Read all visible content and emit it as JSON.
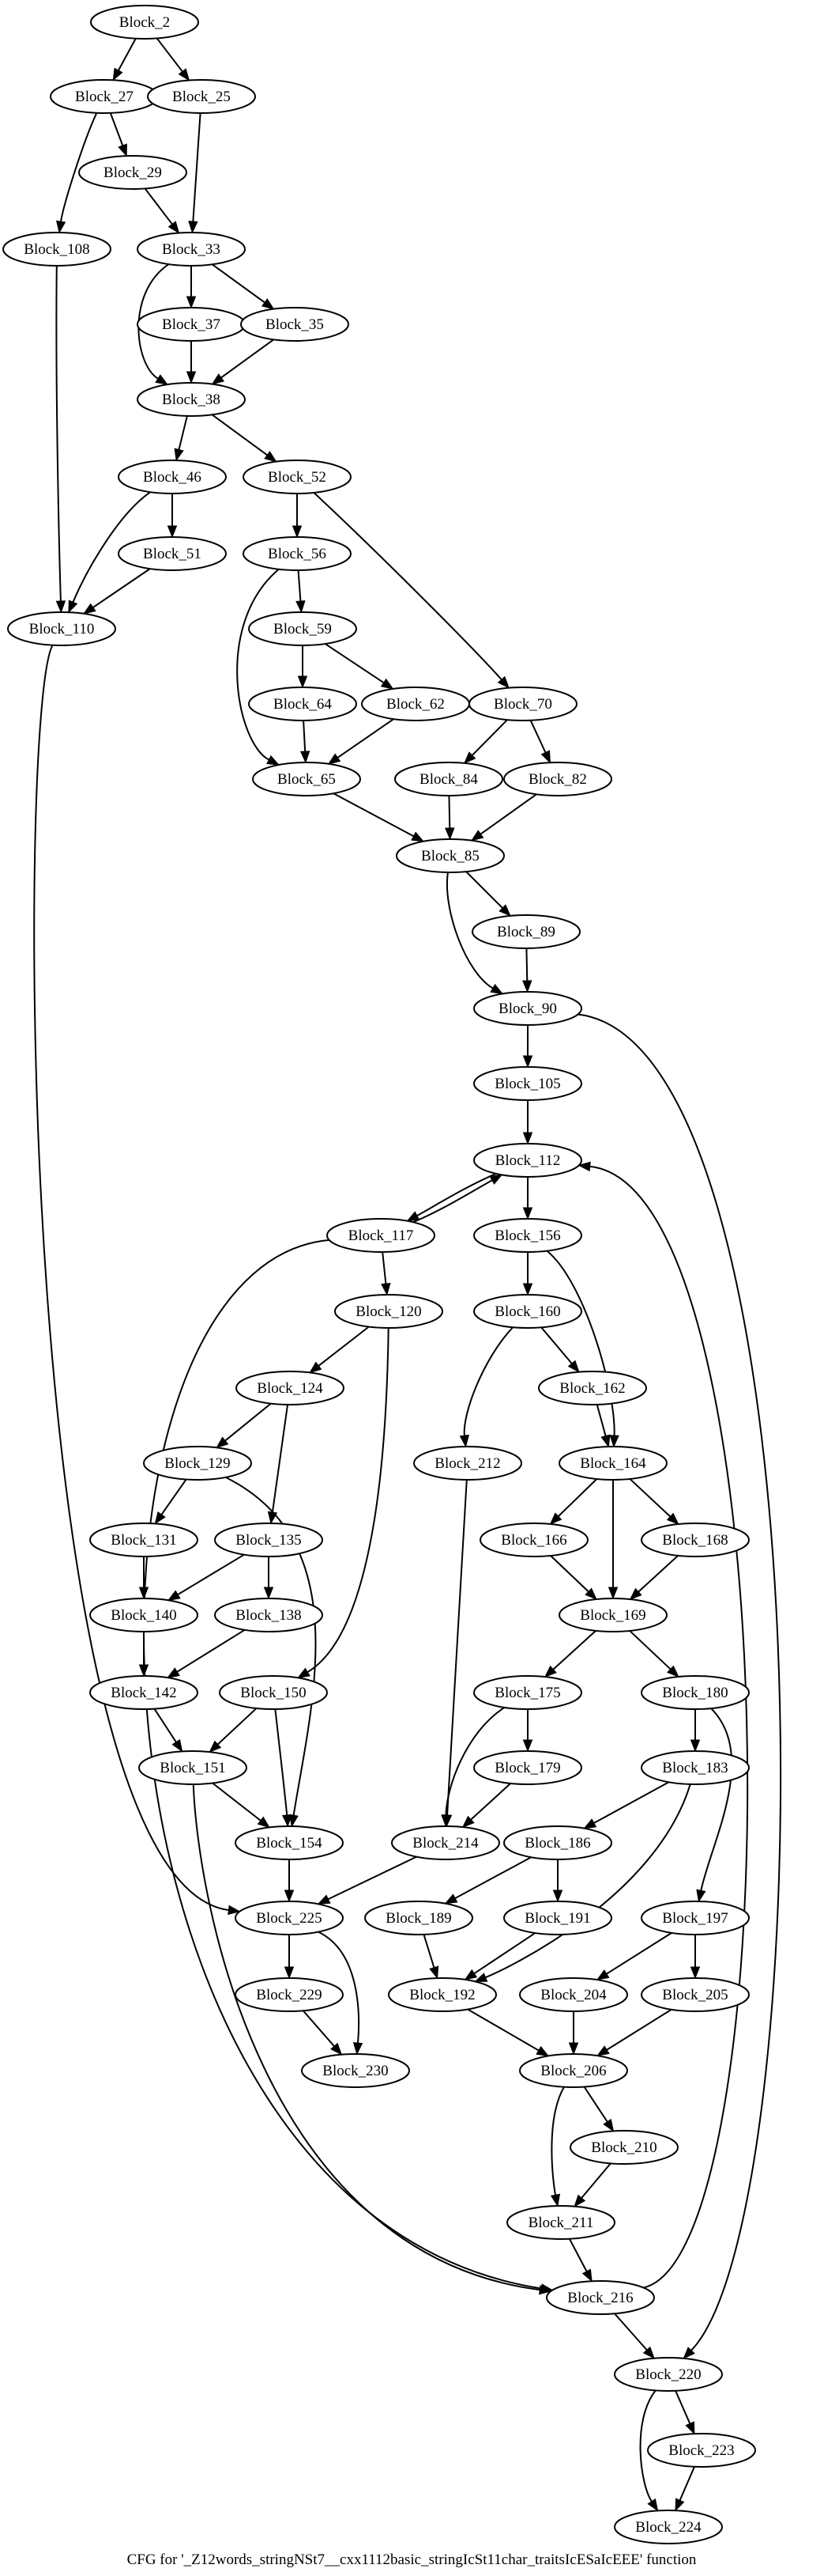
{
  "graph": {
    "caption": "CFG for '_Z12words_stringNSt7__cxx1112basic_stringIcSt11char_traitsIcESaIcEEE' function",
    "nodes": [
      {
        "id": "Block_2"
      },
      {
        "id": "Block_27"
      },
      {
        "id": "Block_25"
      },
      {
        "id": "Block_29"
      },
      {
        "id": "Block_108"
      },
      {
        "id": "Block_33"
      },
      {
        "id": "Block_37"
      },
      {
        "id": "Block_35"
      },
      {
        "id": "Block_38"
      },
      {
        "id": "Block_46"
      },
      {
        "id": "Block_52"
      },
      {
        "id": "Block_51"
      },
      {
        "id": "Block_56"
      },
      {
        "id": "Block_110"
      },
      {
        "id": "Block_59"
      },
      {
        "id": "Block_64"
      },
      {
        "id": "Block_62"
      },
      {
        "id": "Block_70"
      },
      {
        "id": "Block_65"
      },
      {
        "id": "Block_84"
      },
      {
        "id": "Block_82"
      },
      {
        "id": "Block_85"
      },
      {
        "id": "Block_89"
      },
      {
        "id": "Block_90"
      },
      {
        "id": "Block_105"
      },
      {
        "id": "Block_112"
      },
      {
        "id": "Block_117"
      },
      {
        "id": "Block_156"
      },
      {
        "id": "Block_120"
      },
      {
        "id": "Block_160"
      },
      {
        "id": "Block_124"
      },
      {
        "id": "Block_162"
      },
      {
        "id": "Block_129"
      },
      {
        "id": "Block_212"
      },
      {
        "id": "Block_164"
      },
      {
        "id": "Block_131"
      },
      {
        "id": "Block_135"
      },
      {
        "id": "Block_166"
      },
      {
        "id": "Block_168"
      },
      {
        "id": "Block_140"
      },
      {
        "id": "Block_138"
      },
      {
        "id": "Block_169"
      },
      {
        "id": "Block_142"
      },
      {
        "id": "Block_150"
      },
      {
        "id": "Block_175"
      },
      {
        "id": "Block_180"
      },
      {
        "id": "Block_151"
      },
      {
        "id": "Block_179"
      },
      {
        "id": "Block_183"
      },
      {
        "id": "Block_154"
      },
      {
        "id": "Block_214"
      },
      {
        "id": "Block_186"
      },
      {
        "id": "Block_225"
      },
      {
        "id": "Block_189"
      },
      {
        "id": "Block_191"
      },
      {
        "id": "Block_197"
      },
      {
        "id": "Block_229"
      },
      {
        "id": "Block_192"
      },
      {
        "id": "Block_204"
      },
      {
        "id": "Block_205"
      },
      {
        "id": "Block_230"
      },
      {
        "id": "Block_206"
      },
      {
        "id": "Block_210"
      },
      {
        "id": "Block_211"
      },
      {
        "id": "Block_216"
      },
      {
        "id": "Block_220"
      },
      {
        "id": "Block_223"
      },
      {
        "id": "Block_224"
      }
    ],
    "edges": [
      {
        "from": "Block_2",
        "to": "Block_27"
      },
      {
        "from": "Block_2",
        "to": "Block_25"
      },
      {
        "from": "Block_27",
        "to": "Block_29"
      },
      {
        "from": "Block_27",
        "to": "Block_108"
      },
      {
        "from": "Block_25",
        "to": "Block_33"
      },
      {
        "from": "Block_29",
        "to": "Block_33"
      },
      {
        "from": "Block_108",
        "to": "Block_110"
      },
      {
        "from": "Block_33",
        "to": "Block_37"
      },
      {
        "from": "Block_33",
        "to": "Block_35"
      },
      {
        "from": "Block_33",
        "to": "Block_38"
      },
      {
        "from": "Block_37",
        "to": "Block_38"
      },
      {
        "from": "Block_35",
        "to": "Block_38"
      },
      {
        "from": "Block_38",
        "to": "Block_46"
      },
      {
        "from": "Block_38",
        "to": "Block_52"
      },
      {
        "from": "Block_46",
        "to": "Block_51"
      },
      {
        "from": "Block_46",
        "to": "Block_110"
      },
      {
        "from": "Block_51",
        "to": "Block_110"
      },
      {
        "from": "Block_52",
        "to": "Block_56"
      },
      {
        "from": "Block_52",
        "to": "Block_70"
      },
      {
        "from": "Block_56",
        "to": "Block_59"
      },
      {
        "from": "Block_56",
        "to": "Block_65"
      },
      {
        "from": "Block_110",
        "to": "Block_225"
      },
      {
        "from": "Block_59",
        "to": "Block_64"
      },
      {
        "from": "Block_59",
        "to": "Block_62"
      },
      {
        "from": "Block_64",
        "to": "Block_65"
      },
      {
        "from": "Block_62",
        "to": "Block_65"
      },
      {
        "from": "Block_70",
        "to": "Block_84"
      },
      {
        "from": "Block_70",
        "to": "Block_82"
      },
      {
        "from": "Block_65",
        "to": "Block_85"
      },
      {
        "from": "Block_84",
        "to": "Block_85"
      },
      {
        "from": "Block_82",
        "to": "Block_85"
      },
      {
        "from": "Block_85",
        "to": "Block_89"
      },
      {
        "from": "Block_85",
        "to": "Block_90"
      },
      {
        "from": "Block_89",
        "to": "Block_90"
      },
      {
        "from": "Block_90",
        "to": "Block_105"
      },
      {
        "from": "Block_90",
        "to": "Block_220"
      },
      {
        "from": "Block_105",
        "to": "Block_112"
      },
      {
        "from": "Block_112",
        "to": "Block_117"
      },
      {
        "from": "Block_112",
        "to": "Block_156"
      },
      {
        "from": "Block_117",
        "to": "Block_112"
      },
      {
        "from": "Block_117",
        "to": "Block_120"
      },
      {
        "from": "Block_117",
        "to": "Block_216"
      },
      {
        "from": "Block_156",
        "to": "Block_160"
      },
      {
        "from": "Block_156",
        "to": "Block_164"
      },
      {
        "from": "Block_120",
        "to": "Block_124"
      },
      {
        "from": "Block_120",
        "to": "Block_150"
      },
      {
        "from": "Block_160",
        "to": "Block_162"
      },
      {
        "from": "Block_160",
        "to": "Block_212"
      },
      {
        "from": "Block_124",
        "to": "Block_129"
      },
      {
        "from": "Block_124",
        "to": "Block_135"
      },
      {
        "from": "Block_162",
        "to": "Block_164"
      },
      {
        "from": "Block_129",
        "to": "Block_131"
      },
      {
        "from": "Block_129",
        "to": "Block_154"
      },
      {
        "from": "Block_212",
        "to": "Block_214"
      },
      {
        "from": "Block_164",
        "to": "Block_166"
      },
      {
        "from": "Block_164",
        "to": "Block_168"
      },
      {
        "from": "Block_164",
        "to": "Block_169"
      },
      {
        "from": "Block_131",
        "to": "Block_140"
      },
      {
        "from": "Block_135",
        "to": "Block_140"
      },
      {
        "from": "Block_135",
        "to": "Block_138"
      },
      {
        "from": "Block_166",
        "to": "Block_169"
      },
      {
        "from": "Block_168",
        "to": "Block_169"
      },
      {
        "from": "Block_140",
        "to": "Block_142"
      },
      {
        "from": "Block_138",
        "to": "Block_142"
      },
      {
        "from": "Block_169",
        "to": "Block_175"
      },
      {
        "from": "Block_169",
        "to": "Block_180"
      },
      {
        "from": "Block_142",
        "to": "Block_151"
      },
      {
        "from": "Block_150",
        "to": "Block_151"
      },
      {
        "from": "Block_150",
        "to": "Block_154"
      },
      {
        "from": "Block_175",
        "to": "Block_179"
      },
      {
        "from": "Block_175",
        "to": "Block_214"
      },
      {
        "from": "Block_180",
        "to": "Block_183"
      },
      {
        "from": "Block_180",
        "to": "Block_197"
      },
      {
        "from": "Block_151",
        "to": "Block_154"
      },
      {
        "from": "Block_151",
        "to": "Block_216"
      },
      {
        "from": "Block_179",
        "to": "Block_214"
      },
      {
        "from": "Block_183",
        "to": "Block_186"
      },
      {
        "from": "Block_183",
        "to": "Block_192"
      },
      {
        "from": "Block_154",
        "to": "Block_225"
      },
      {
        "from": "Block_214",
        "to": "Block_225"
      },
      {
        "from": "Block_186",
        "to": "Block_189"
      },
      {
        "from": "Block_186",
        "to": "Block_191"
      },
      {
        "from": "Block_225",
        "to": "Block_229"
      },
      {
        "from": "Block_225",
        "to": "Block_230"
      },
      {
        "from": "Block_189",
        "to": "Block_192"
      },
      {
        "from": "Block_191",
        "to": "Block_192"
      },
      {
        "from": "Block_197",
        "to": "Block_204"
      },
      {
        "from": "Block_197",
        "to": "Block_205"
      },
      {
        "from": "Block_229",
        "to": "Block_230"
      },
      {
        "from": "Block_192",
        "to": "Block_206"
      },
      {
        "from": "Block_204",
        "to": "Block_206"
      },
      {
        "from": "Block_205",
        "to": "Block_206"
      },
      {
        "from": "Block_206",
        "to": "Block_210"
      },
      {
        "from": "Block_206",
        "to": "Block_211"
      },
      {
        "from": "Block_210",
        "to": "Block_211"
      },
      {
        "from": "Block_211",
        "to": "Block_216"
      },
      {
        "from": "Block_216",
        "to": "Block_112"
      },
      {
        "from": "Block_216",
        "to": "Block_220"
      },
      {
        "from": "Block_220",
        "to": "Block_223"
      },
      {
        "from": "Block_220",
        "to": "Block_224"
      },
      {
        "from": "Block_223",
        "to": "Block_224"
      }
    ]
  }
}
